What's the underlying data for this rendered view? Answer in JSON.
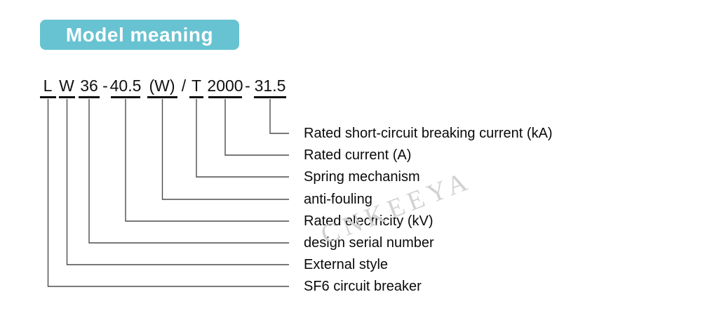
{
  "header": {
    "title": "Model meaning",
    "background_color": "#67c3d2",
    "text_color": "#ffffff"
  },
  "model_code": {
    "full": "L W 36 - 40.5 (W) / T 2000 - 31.5",
    "tokens": [
      "L",
      "W",
      "36",
      "-",
      "40.5",
      "(W)",
      "/",
      "T",
      "2000",
      "-",
      "31.5"
    ]
  },
  "legend": {
    "items": [
      {
        "segment": "31.5",
        "label": "Rated short-circuit breaking current (kA)"
      },
      {
        "segment": "2000",
        "label": "Rated current (A)"
      },
      {
        "segment": "T",
        "label": "Spring mechanism"
      },
      {
        "segment": "(W)",
        "label": "anti-fouling"
      },
      {
        "segment": "40.5",
        "label": "Rated electricity (kV)"
      },
      {
        "segment": "36",
        "label": "design serial number"
      },
      {
        "segment": "W",
        "label": "External style"
      },
      {
        "segment": "L",
        "label": "SF6 circuit breaker"
      }
    ]
  },
  "watermark": {
    "text": "CNKEEYA"
  },
  "colors": {
    "underline": "#111111",
    "connector_line": "#4d4d4d",
    "label_text": "#0a0a0a",
    "watermark": "#d2d2d2"
  }
}
